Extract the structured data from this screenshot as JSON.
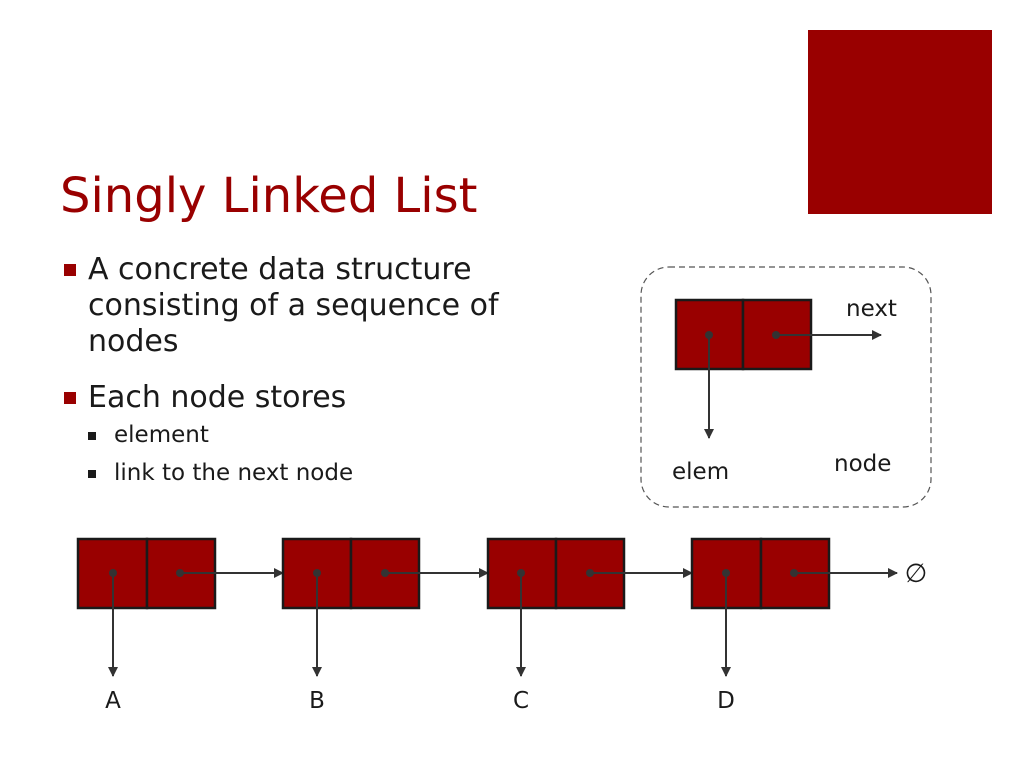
{
  "title": "Singly Linked List",
  "colors": {
    "accent": "#990000",
    "text": "#1a1a1a",
    "line": "#333333"
  },
  "bullets": [
    {
      "text": "A concrete data structure consisting of a sequence of nodes",
      "sub": []
    },
    {
      "text": "Each node stores",
      "sub": [
        "element",
        "link to the next node"
      ]
    }
  ],
  "node_legend": {
    "next_label": "next",
    "elem_label": "elem",
    "node_label": "node"
  },
  "list": {
    "elements": [
      "A",
      "B",
      "C",
      "D"
    ],
    "end_symbol": "∅"
  }
}
